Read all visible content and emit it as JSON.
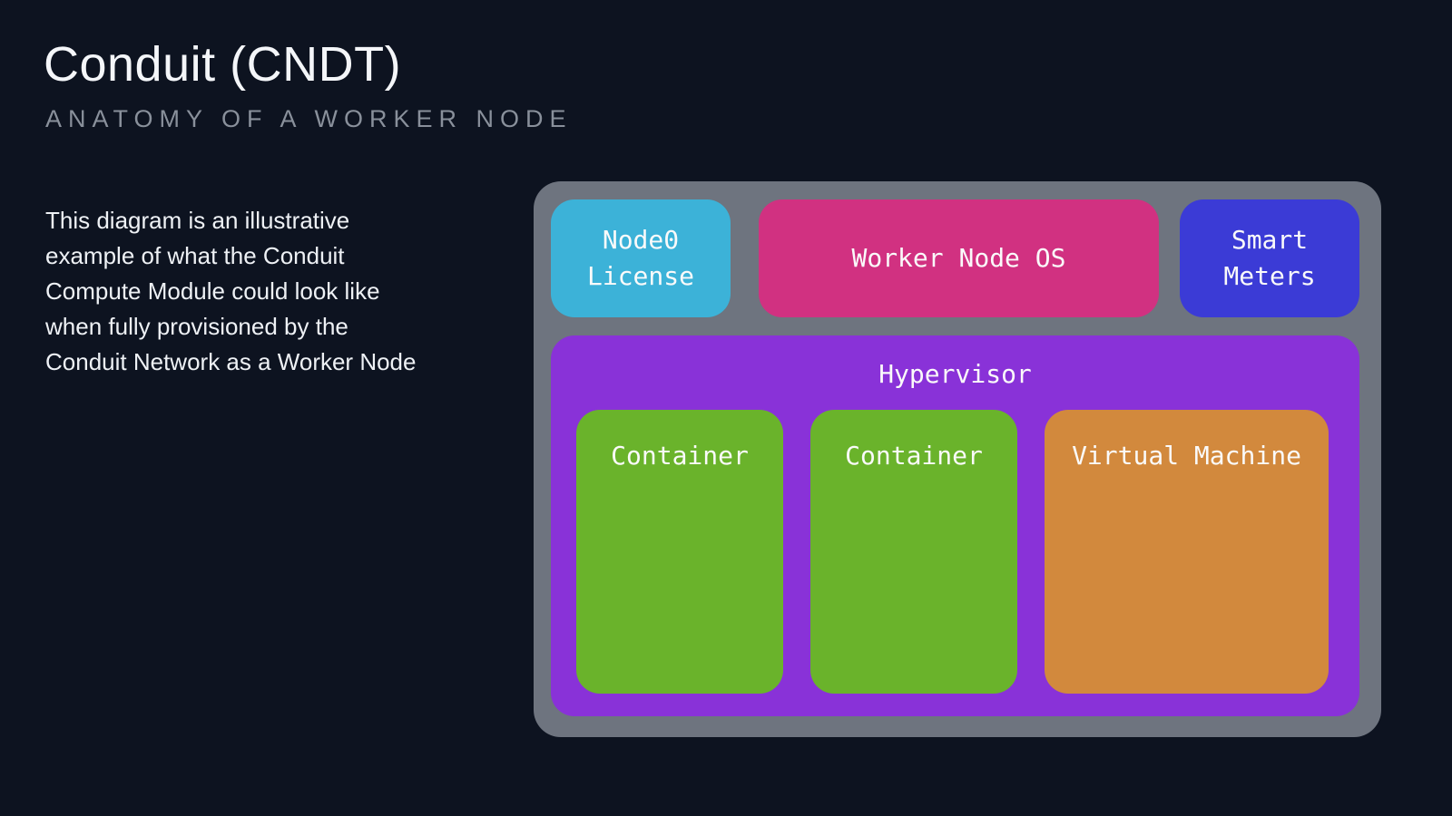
{
  "header": {
    "title": "Conduit (CNDT)",
    "subtitle": "ANATOMY OF A WORKER NODE"
  },
  "intro": {
    "text": "This diagram is an illustrative\nexample of what the Conduit\nCompute Module could look like\nwhen fully provisioned by the\nConduit Network as a Worker Node"
  },
  "diagram": {
    "frame_color": "#6e747f",
    "top_row": {
      "node0_license": {
        "label": "Node0\nLicense",
        "color": "#3cb2d8"
      },
      "worker_node_os": {
        "label": "Worker Node OS",
        "color": "#d13181"
      },
      "smart_meters": {
        "label": "Smart\nMeters",
        "color": "#3b3bd6"
      }
    },
    "hypervisor": {
      "label": "Hypervisor",
      "color": "#8932d8",
      "children": [
        {
          "label": "Container",
          "color": "#6ab32b"
        },
        {
          "label": "Container",
          "color": "#6ab32b"
        },
        {
          "label": "Virtual Machine",
          "color": "#d2893d"
        }
      ]
    }
  },
  "colors": {
    "background": "#0d1320",
    "title_text": "#f4f6f9",
    "subtitle_text": "#89909b",
    "body_text": "#eef1f5",
    "label_text": "#fafafa"
  }
}
